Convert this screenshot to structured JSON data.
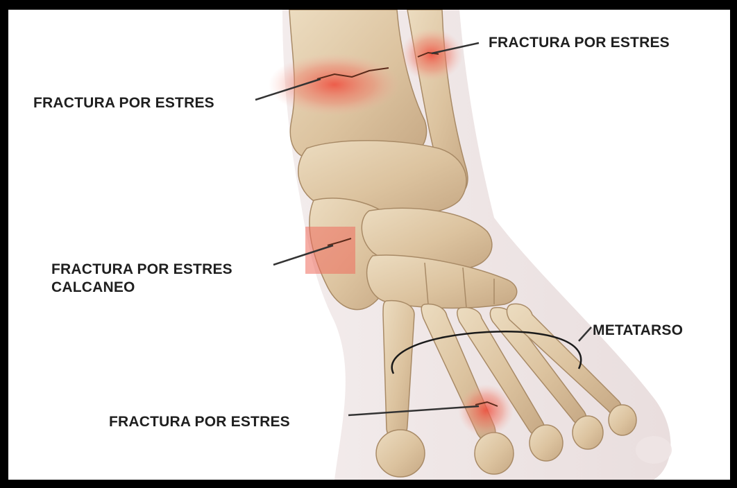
{
  "labels": {
    "top_right": "FRACTURA POR ESTRES",
    "top_left": "FRACTURA POR ESTRES",
    "middle_left_line1": "FRACTURA POR ESTRES",
    "middle_left_line2": "CALCANEO",
    "right": "METATARSO",
    "bottom": "FRACTURA POR ESTRES"
  },
  "colors": {
    "frame": "#000000",
    "bone": "#e3cfb0",
    "bone_shadow": "#b99a74",
    "skin": "#e9dede",
    "fracture_glow": "#ef4a3a",
    "leader_line": "#333333",
    "label_text": "#1f1f1f"
  }
}
